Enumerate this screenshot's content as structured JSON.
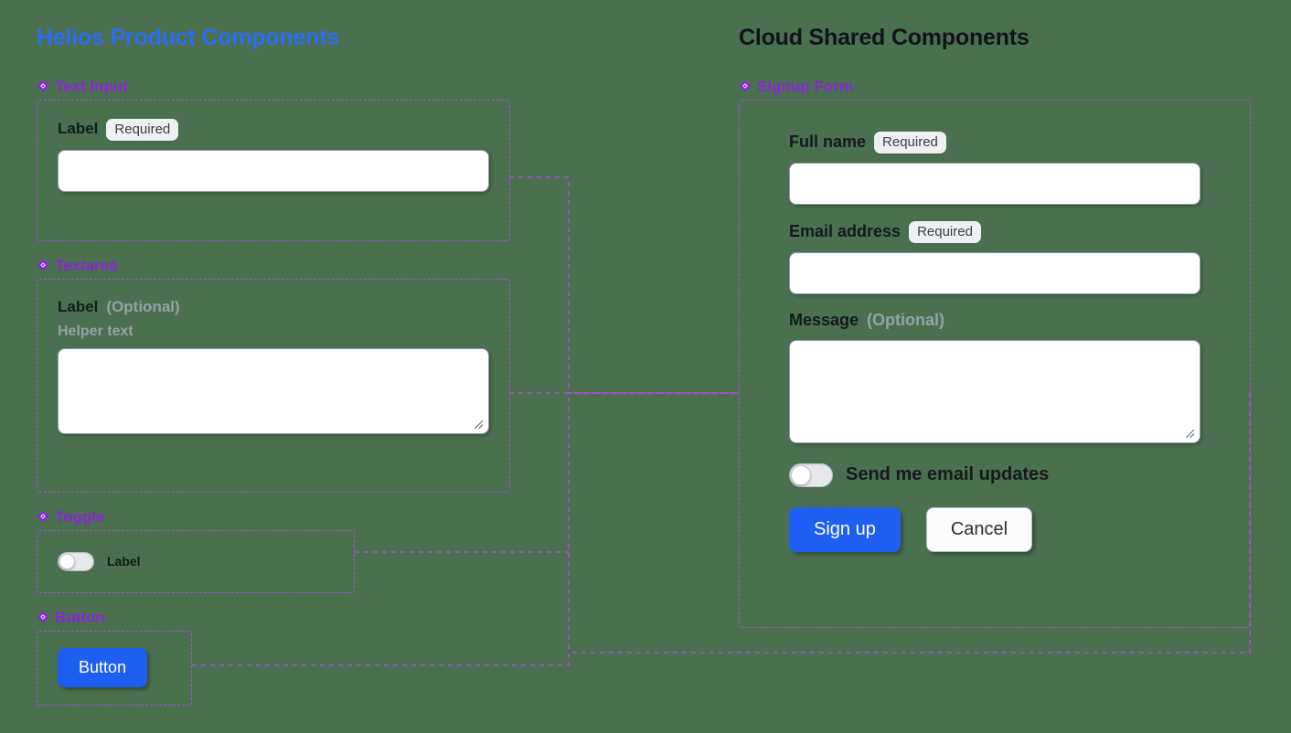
{
  "background_color": "#4a7050",
  "accent_colors": {
    "helios_title": "#2b6ef5",
    "group_label": "#8b26d6",
    "dashed_border": "#b84ae0",
    "primary_button": "#1e5ff2",
    "badge_bg": "#eef0f2",
    "muted_text": "#9aa0a8"
  },
  "left_column": {
    "title": "Helios Product Components",
    "groups": [
      {
        "icon": "diamond-component-icon",
        "name": "Text Input",
        "field": {
          "label": "Label",
          "badge": "Required",
          "value": "",
          "placeholder": ""
        }
      },
      {
        "icon": "diamond-component-icon",
        "name": "Textarea",
        "field": {
          "label": "Label",
          "optional": "(Optional)",
          "helper": "Helper text",
          "value": "",
          "placeholder": ""
        }
      },
      {
        "icon": "diamond-component-icon",
        "name": "Toggle",
        "field": {
          "label": "Label",
          "state": "off"
        }
      },
      {
        "icon": "diamond-component-icon",
        "name": "Button",
        "field": {
          "label": "Button"
        }
      }
    ]
  },
  "right_column": {
    "title": "Cloud Shared Components",
    "group": {
      "icon": "diamond-component-icon",
      "name": "Signup Form",
      "fields": {
        "full_name": {
          "label": "Full name",
          "badge": "Required",
          "value": "",
          "placeholder": ""
        },
        "email": {
          "label": "Email address",
          "badge": "Required",
          "value": "",
          "placeholder": ""
        },
        "message": {
          "label": "Message",
          "optional": "(Optional)",
          "value": "",
          "placeholder": ""
        },
        "updates_toggle": {
          "label": "Send me email updates",
          "state": "off"
        }
      },
      "actions": {
        "submit": "Sign up",
        "cancel": "Cancel"
      }
    }
  }
}
